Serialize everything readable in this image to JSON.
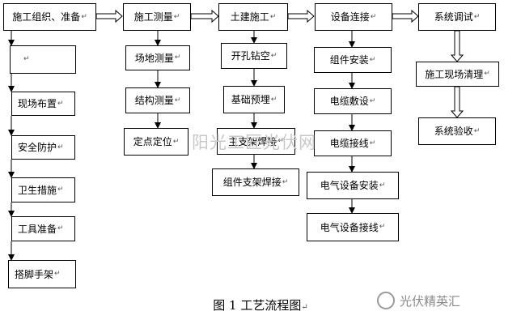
{
  "paragraph_mark": "↵",
  "flow": {
    "stages": [
      {
        "label": "施工组织、准备"
      },
      {
        "label": "施工测量"
      },
      {
        "label": "土建施工"
      },
      {
        "label": "设备连接"
      },
      {
        "label": "系统调试"
      }
    ],
    "columns": {
      "prep": [
        {
          "label": ""
        },
        {
          "label": "现场布置"
        },
        {
          "label": "安全防护"
        },
        {
          "label": "卫生措施"
        },
        {
          "label": "工具准备"
        },
        {
          "label": "搭脚手架"
        }
      ],
      "survey": [
        {
          "label": "场地测量"
        },
        {
          "label": "结构测量"
        },
        {
          "label": "定点定位"
        }
      ],
      "civil": [
        {
          "label": "开孔钻空"
        },
        {
          "label": "基础预埋"
        },
        {
          "label": "主支架焊接"
        },
        {
          "label": "组件支架焊接"
        }
      ],
      "equipment": [
        {
          "label": "组件安装"
        },
        {
          "label": "电缆敷设"
        },
        {
          "label": "电缆接线"
        },
        {
          "label": "电气设备安装"
        },
        {
          "label": "电气设备接线"
        }
      ],
      "commissioning": [
        {
          "label": "施工现场清理"
        },
        {
          "label": "系统验收"
        }
      ]
    }
  },
  "caption": "图 1    工艺流程图",
  "watermark": "阳光工匠光伏网",
  "logo_text": "光伏精英汇"
}
